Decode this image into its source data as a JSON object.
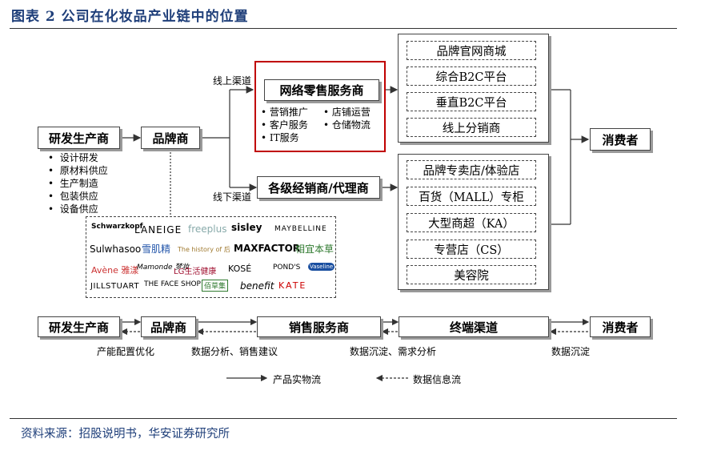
{
  "title": "图表 2 公司在化妆品产业链中的位置",
  "source": "资料来源：招股说明书，华安证券研究所",
  "top": {
    "rd_producer": "研发生产商",
    "brand": "品牌商",
    "online_label": "线上渠道",
    "offline_label": "线下渠道",
    "online_retailer": "网络零售服务商",
    "online_services": [
      "营销推广",
      "店铺运营",
      "客户服务",
      "仓储物流",
      "IT服务"
    ],
    "distributor": "各级经销商/代理商",
    "online_channels": [
      "品牌官网商城",
      "综合B2C平台",
      "垂直B2C平台",
      "线上分销商"
    ],
    "offline_channels": [
      "品牌专卖店/体验店",
      "百货（MALL）专柜",
      "大型商超（KA）",
      "专营店（CS）",
      "美容院"
    ],
    "consumer": "消费者",
    "rd_items": [
      "设计研发",
      "原材料供应",
      "生产制造",
      "包装供应",
      "设备供应"
    ]
  },
  "brands": [
    [
      "Schwarzkopf",
      "LANEIGE",
      "freeplus",
      "sisley",
      "MAYBELLINE"
    ],
    [
      "Sulwhasoo",
      "雪肌精",
      "The history of 后",
      "MAXFACTOR",
      "相宜本草"
    ],
    [
      "Avène 雅漾",
      "Mamonde 梦妆",
      "LG生活健康",
      "KOSÉ",
      "POND'S",
      "Vaseline"
    ],
    [
      "JILLSTUART",
      "THE FACE SHOP",
      "佰草集",
      "benefit",
      "KATE"
    ]
  ],
  "bottom": {
    "nodes": [
      "研发生产商",
      "品牌商",
      "销售服务商",
      "终端渠道",
      "消费者"
    ],
    "labels": [
      "产能配置优化",
      "数据分析、销售建议",
      "数据沉淀、需求分析",
      "数据沉淀"
    ],
    "legend_solid": "产品实物流",
    "legend_dashed": "数据信息流"
  }
}
